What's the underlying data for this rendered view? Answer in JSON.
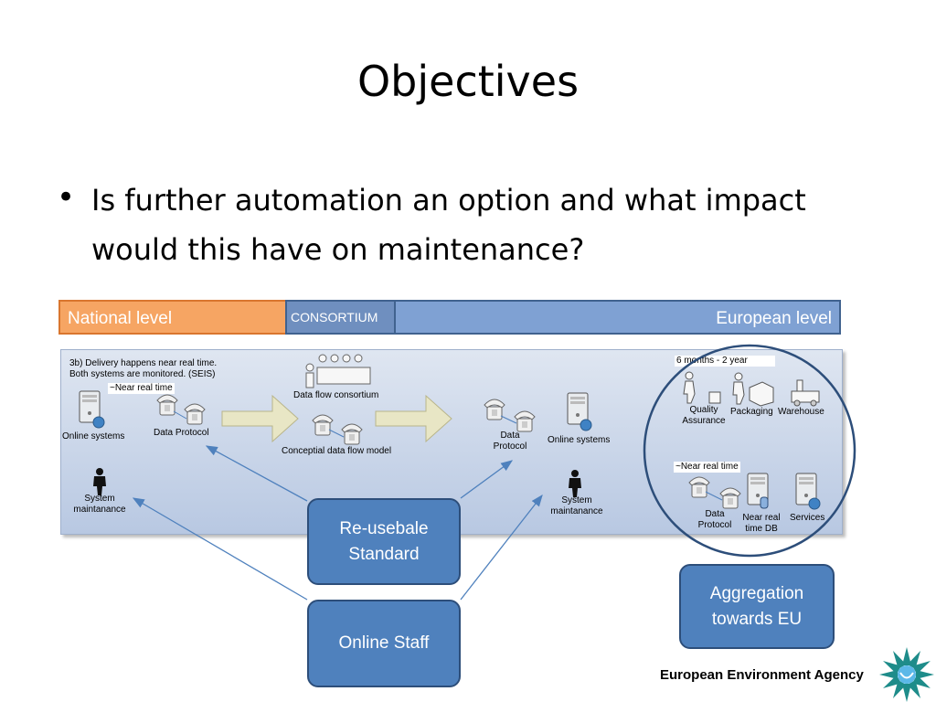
{
  "slide": {
    "title": "Objectives",
    "bullet": "Is further automation an option and what impact would this have on maintenance?"
  },
  "bands": {
    "national": "National level",
    "consortium": "CONSORTIUM",
    "european": "European level"
  },
  "panel": {
    "note_line1": "3b) Delivery happens near real time.",
    "note_line2": "Both systems are monitored. (SEIS)",
    "near_real_time_left": "~Near real time",
    "online_systems_left": "Online systems",
    "data_protocol_left": "Data Protocol",
    "data_flow_consortium": "Data flow consortium",
    "conceptual_model": "Conceptial data flow model",
    "data_protocol_right_1": "Data",
    "data_protocol_right_2": "Protocol",
    "online_systems_right": "Online systems",
    "system_maint_left_1": "System",
    "system_maint_left_2": "maintanance",
    "system_maint_right_1": "System",
    "system_maint_right_2": "maintanance"
  },
  "circle": {
    "months": "6 months - 2 year",
    "quality_1": "Quality",
    "quality_2": "Assurance",
    "packaging": "Packaging",
    "warehouse": "Warehouse",
    "near_real_time": "~Near real time",
    "data_1": "Data",
    "data_2": "Protocol",
    "nrt_db_1": "Near real",
    "nrt_db_2": "time DB",
    "services": "Services"
  },
  "boxes": {
    "reusable_1": "Re-usebale",
    "reusable_2": "Standard",
    "staff": "Online Staff",
    "aggregation_1": "Aggregation",
    "aggregation_2": "towards EU"
  },
  "brand": {
    "name": "European Environment Agency"
  },
  "colors": {
    "national": "#f6a563",
    "european": "#7fa1d3",
    "box_blue": "#4f81bd",
    "circle_border": "#2d4e7a",
    "arrow_blue": "#4f81bd",
    "logo_green": "#1e8c8a"
  },
  "icons": [
    "server-icon",
    "telephone-icon",
    "person-icon",
    "meeting-icon",
    "warehouse-icon",
    "globe-icon"
  ]
}
